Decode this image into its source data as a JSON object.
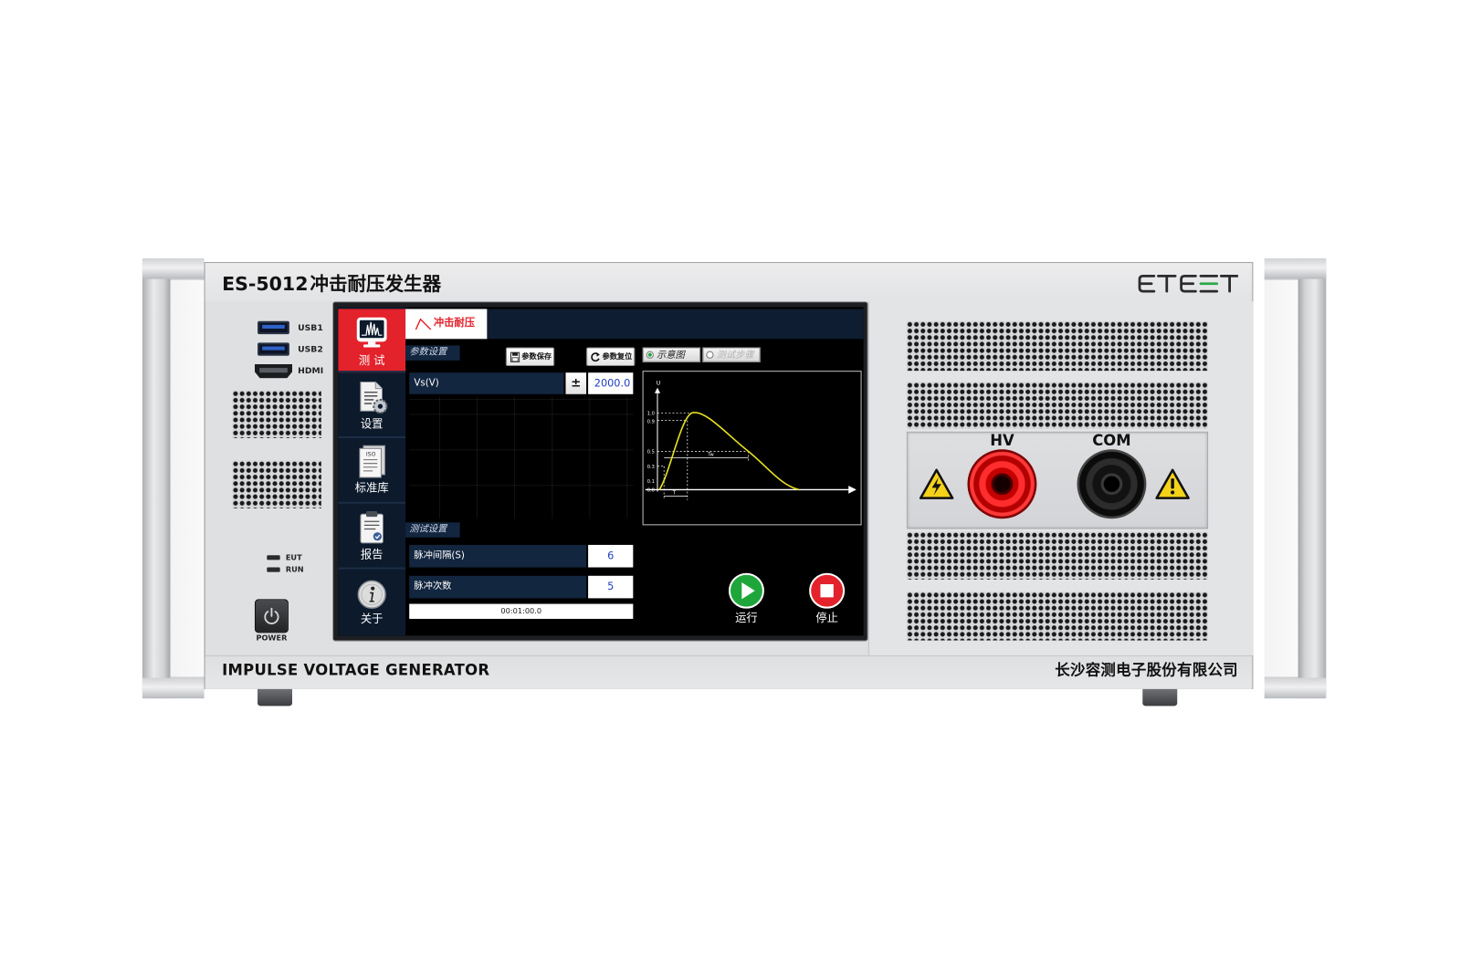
{
  "device": {
    "model": "ES-5012",
    "name": "冲击耐压发生器",
    "logo_text": "ETEST",
    "subtitle": "IMPULSE VOLTAGE GENERATOR",
    "company": "长沙容测电子股份有限公司"
  },
  "front_panel": {
    "ports": [
      {
        "label": "USB1",
        "icon": "usb-port-icon"
      },
      {
        "label": "USB2",
        "icon": "usb-port-icon"
      },
      {
        "label": "HDMI",
        "icon": "hdmi-port-icon"
      }
    ],
    "indicators": [
      {
        "label": "EUT",
        "lit": false
      },
      {
        "label": "RUN",
        "lit": false
      }
    ],
    "power_label": "POWER",
    "terminals": [
      {
        "label": "HV",
        "post_color": "red",
        "warning_icon": "high-voltage-warning-icon"
      },
      {
        "label": "COM",
        "post_color": "black",
        "warning_icon": "caution-warning-icon"
      }
    ]
  },
  "screen": {
    "sidebar": [
      {
        "label": "测 试",
        "icon": "test-monitor-icon",
        "active": true
      },
      {
        "label": "设置",
        "icon": "settings-document-icon",
        "active": false
      },
      {
        "label": "标准库",
        "icon": "standards-library-icon",
        "icon_text": "ISO",
        "active": false
      },
      {
        "label": "报告",
        "icon": "report-clipboard-icon",
        "active": false
      },
      {
        "label": "关于",
        "icon": "info-icon",
        "active": false
      }
    ],
    "tab": {
      "label": "冲击耐压",
      "icon": "impulse-wave-icon"
    },
    "params": {
      "title": "参数设置",
      "save_label": "参数保存",
      "reset_label": "参数复位"
    },
    "view_options": [
      {
        "label": "示意图",
        "selected": true,
        "enabled": true
      },
      {
        "label": "测试步骤",
        "selected": false,
        "enabled": false
      }
    ],
    "voltage": {
      "label": "Vs(V)",
      "sign_label": "±",
      "value": "2000.0"
    },
    "test": {
      "title": "测试设置",
      "interval_label": "脉冲间隔(S)",
      "interval_value": "6",
      "count_label": "脉冲次数",
      "count_value": "5",
      "timer": "00:01:00.0",
      "progress": 0
    },
    "run_label": "运行",
    "stop_label": "停止",
    "diagram": {
      "y_label": "U",
      "y_ticks": [
        "1.0",
        "0.9",
        "0.5",
        "0.3",
        "0.1",
        "0.0"
      ],
      "front_time_label": "T",
      "width_label": "Tw"
    }
  },
  "colors": {
    "accent": "#e3222b",
    "sidebar_bg": "#0c1a2c",
    "run": "#1fa63a",
    "stop": "#e3222b",
    "waveform": "#e6df1f",
    "value_text": "#1f3fbf",
    "hv_post": "#d40000",
    "com_post": "#111111"
  }
}
